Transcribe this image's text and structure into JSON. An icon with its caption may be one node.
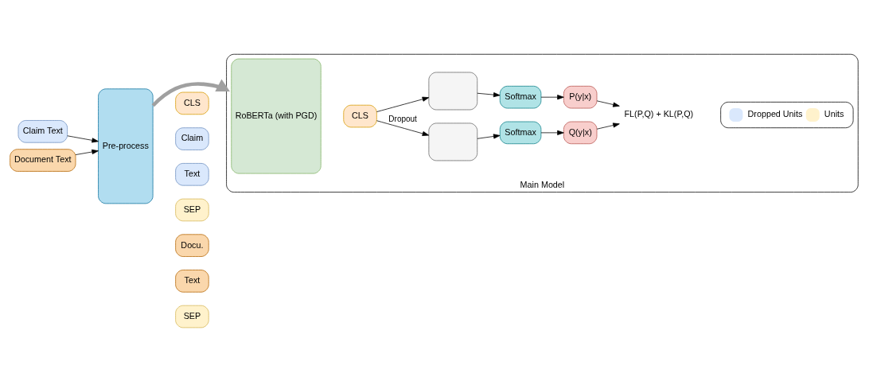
{
  "diagram": {
    "nodes": [
      {
        "text": [
          "Claim Text"
        ]
      },
      {
        "text": [
          "Document Text"
        ]
      },
      {
        "text": [
          "Pre-process"
        ]
      },
      {
        "text": [
          "CLS"
        ]
      },
      {
        "text": [
          "Claim"
        ]
      },
      {
        "text": [
          "Text"
        ]
      },
      {
        "text": [
          "SEP"
        ]
      },
      {
        "text": [
          "Docu."
        ]
      },
      {
        "text": [
          "Text"
        ]
      },
      {
        "text": [
          "SEP"
        ]
      },
      {
        "text": [
          "Main Model"
        ]
      },
      {
        "text": [
          "RoBERTa (with PGD)"
        ],
        "in": 10
      },
      {
        "text": [
          "CLS"
        ],
        "in": 10
      },
      {
        "text": [],
        "shape": "box",
        "in": 10
      },
      {
        "text": [
          "Softmax"
        ],
        "in": 10
      },
      {
        "text": [
          "P(y|x)"
        ],
        "in": 10
      },
      {
        "text": [],
        "shape": "box",
        "in": 10
      },
      {
        "text": [
          "Softmax"
        ],
        "in": 10
      },
      {
        "text": [
          "Q(y|x)"
        ],
        "in": 10
      },
      {
        "text": [
          "FL(P,Q) + KL(P,Q)"
        ],
        "in": 10
      }
    ],
    "edges": [
      {
        "from": 0,
        "to": 2,
        "arrow": "to"
      },
      {
        "from": 1,
        "to": 2,
        "arrow": "to"
      },
      {
        "from": 2,
        "to": 10,
        "arrow": "to",
        "style": "thick",
        "color": "#a0a0a0"
      },
      {
        "from": 12,
        "to": 13,
        "arrow": "to"
      },
      {
        "from": 12,
        "to": 16,
        "arrow": "to",
        "label": "Dropout"
      },
      {
        "from": 13,
        "to": 14,
        "arrow": "to"
      },
      {
        "from": 14,
        "to": 15,
        "arrow": "to"
      },
      {
        "from": 16,
        "to": 17,
        "arrow": "to"
      },
      {
        "from": 17,
        "to": 18,
        "arrow": "to"
      },
      {
        "from": 15,
        "to": 19,
        "arrow": "to"
      },
      {
        "from": 18,
        "to": 19,
        "arrow": "to"
      }
    ],
    "legend": [
      {
        "text": "Dropped Units",
        "color": "#dae8fc"
      },
      {
        "text": "Units",
        "color": "#fff2cc"
      }
    ]
  }
}
